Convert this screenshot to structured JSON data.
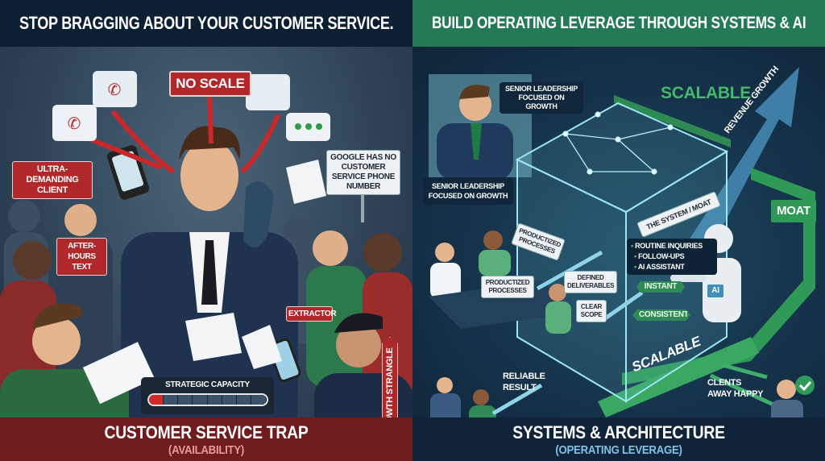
{
  "left": {
    "headline": "STOP BRAGGING ABOUT YOUR CUSTOMER SERVICE.",
    "labels": {
      "no_scale": "NO SCALE",
      "ultra_demanding": "ULTRA-DEMANDING CLIENT",
      "after_hours": "AFTER-HOURS TEXT",
      "google_sign": "GOOGLE HAS NO CUSTOMER SERVICE PHONE NUMBER",
      "extractor": "EXTRACTOR",
      "growth_strangle": "GROWTH STRANGLE"
    },
    "capacity": {
      "label": "STRATEGIC CAPACITY",
      "segments": 8,
      "filled": 1
    },
    "footer": {
      "title": "CUSTOMER SERVICE TRAP",
      "subtitle": "(AVAILABILITY)"
    }
  },
  "right": {
    "headline": "BUILD OPERATING LEVERAGE THROUGH SYSTEMS & AI",
    "labels": {
      "leader_bubble": "SENIOR LEADERSHIP focused on growth",
      "leader_caption": "SENIOR LEADERSHIP focused on growth",
      "scalable_top": "SCALABLE",
      "revenue_growth": "REVENUE GROWTH",
      "moat": "MOAT",
      "system_moat": "THE SYSTEM / MOAT",
      "productized_1": "PRODUCTIZED PROCESSES",
      "productized_2": "PRODUCTIZED PROCESSES",
      "defined_deliverables": "DEFINED DELIVERABLES",
      "clear_scope": "CLEAR SCOPE",
      "instant": "INSTANT",
      "consistent": "CONSISTENT",
      "ai_badge": "AI",
      "scalable_bottom": "SCALABLE",
      "reliable_result": "RELIABLE RESULT",
      "clients_happy": "CLENTS AWAY HAPPY"
    },
    "ai_list": [
      "ROUTINE INQUIRIES",
      "FOLLOW-UPS",
      "AI ASSISTANT"
    ],
    "footer": {
      "title": "SYSTEMS & ARCHITECTURE",
      "subtitle": "(OPERATING LEVERAGE)"
    }
  },
  "colors": {
    "left_header": "#0d1f33",
    "right_header": "#237a55",
    "trap_red": "#b0282a",
    "footer_red": "#6e1c1e",
    "accent_green": "#3fae6a"
  }
}
